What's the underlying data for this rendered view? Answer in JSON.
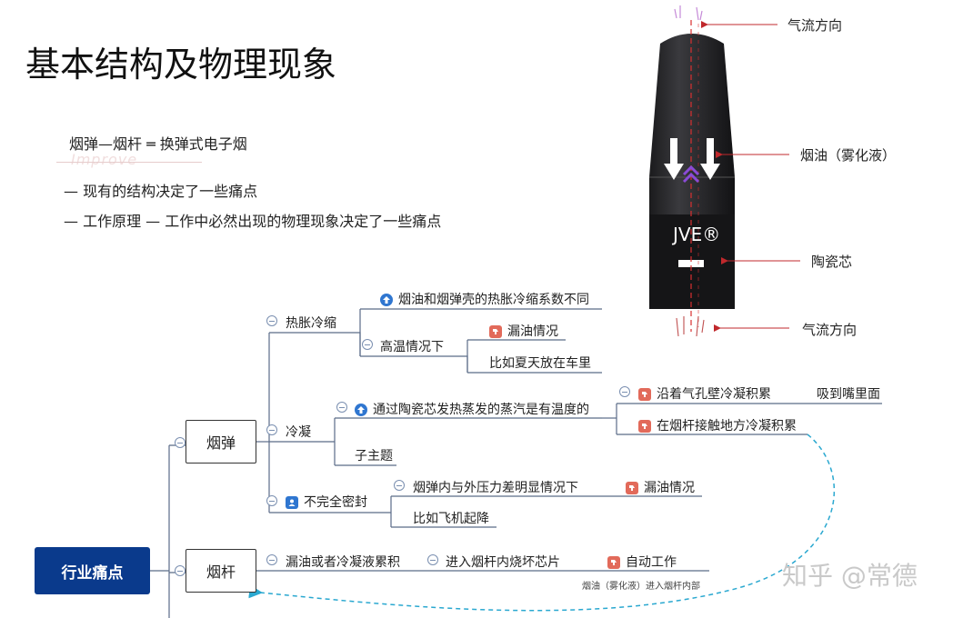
{
  "slide": {
    "title": "基本结构及物理现象",
    "intro": {
      "line1": "烟弹—烟杆 ═ 换弹式电子烟",
      "line2": "— 现有的结构决定了一些痛点",
      "line3": "— 工作原理 — 工作中必然出现的物理现象决定了一些痛点",
      "faint_text": "Improve"
    }
  },
  "device": {
    "brand": "JVE®",
    "annotations": {
      "airflow_top": "气流方向",
      "oil": "烟油（雾化液）",
      "ceramic_core": "陶瓷芯",
      "airflow_bottom": "气流方向"
    }
  },
  "mindmap": {
    "root": "行业痛点",
    "cartridge": "烟弹",
    "rod": "烟杆",
    "thermal": "热胀冷缩",
    "thermal_child1": "烟油和烟弹壳的热胀冷缩系数不同",
    "high_temp": "高温情况下",
    "leak1": "漏油情况",
    "car_summer": "比如夏天放在车里",
    "condense": "冷凝",
    "condense_child1": "通过陶瓷芯发热蒸发的蒸汽是有温度的",
    "condense_wall": "沿着气孔壁冷凝积累",
    "into_mouth": "吸到嘴里面",
    "condense_rod": "在烟杆接触地方冷凝积累",
    "subtopic": "子主题",
    "not_sealed": "不完全密封",
    "pressure": "烟弹内与外压力差明显情况下",
    "leak2": "漏油情况",
    "plane": "比如飞机起降",
    "rod_child1": "漏油或者冷凝液累积",
    "chip_damage": "进入烟杆内烧坏芯片",
    "auto_work": "自动工作",
    "oil_enter_rod": "烟油（雾化液）进入烟杆内部"
  },
  "watermark": "知乎 @常德"
}
